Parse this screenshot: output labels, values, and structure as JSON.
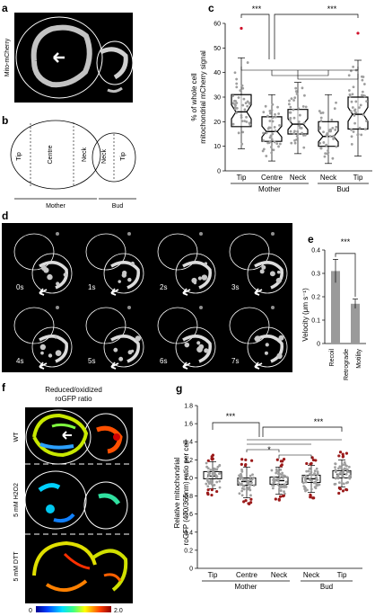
{
  "panel_labels": {
    "a": "a",
    "b": "b",
    "c": "c",
    "d": "d",
    "e": "e",
    "f": "f",
    "g": "g"
  },
  "panel_a": {
    "side_label": "Mito-mCherry"
  },
  "panel_b": {
    "regions": [
      "Tip",
      "Centre",
      "Neck",
      "Neck",
      "Tip"
    ],
    "groups": [
      "Mother",
      "Bud"
    ]
  },
  "panel_d": {
    "frames": [
      "0s",
      "1s",
      "2s",
      "3s",
      "4s",
      "5s",
      "6s",
      "7s"
    ]
  },
  "panel_f": {
    "title_line1": "Reduced/oxidized",
    "title_line2": "roGFP ratio",
    "conditions": [
      "WT",
      "5 mM H2O2",
      "5 mM DTT"
    ],
    "scale_min": "0",
    "scale_max": "2.0"
  },
  "colors": {
    "box_fill": "#ffffff",
    "points": "#9e9e9e",
    "outlier_c": "#d0102a",
    "outlier_g": "#9b1b1b",
    "bar": "#9a9a9a"
  },
  "chart_data": [
    {
      "id": "c",
      "type": "box",
      "categories": [
        "Tip",
        "Centre",
        "Neck",
        "Neck",
        "Tip"
      ],
      "groups": [
        {
          "name": "Mother",
          "span": [
            0,
            2
          ]
        },
        {
          "name": "Bud",
          "span": [
            3,
            4
          ]
        }
      ],
      "ylabel_line1": "% of whole cell",
      "ylabel_line2": "mitochondrial mCherry signal",
      "ylim": [
        0,
        60
      ],
      "yticks": [
        0,
        10,
        20,
        30,
        40,
        50,
        60
      ],
      "boxes": [
        {
          "q1": 18,
          "median": 24,
          "q3": 31,
          "whisker_low": 9,
          "whisker_high": 46,
          "outliers": [
            58
          ]
        },
        {
          "q1": 12,
          "median": 16,
          "q3": 22,
          "whisker_low": 4,
          "whisker_high": 31,
          "outliers": []
        },
        {
          "q1": 15,
          "median": 19,
          "q3": 25,
          "whisker_low": 7,
          "whisker_high": 36,
          "outliers": []
        },
        {
          "q1": 10,
          "median": 14,
          "q3": 20,
          "whisker_low": 3,
          "whisker_high": 31,
          "outliers": []
        },
        {
          "q1": 17,
          "median": 23,
          "q3": 30,
          "whisker_low": 6,
          "whisker_high": 45,
          "outliers": [
            56
          ]
        }
      ],
      "significance": "***"
    },
    {
      "id": "e",
      "type": "bar",
      "categories": [
        "Recoil",
        "Retrograde",
        "Motility"
      ],
      "values": [
        0.31,
        0.17
      ],
      "errors": [
        0.05,
        0.02
      ],
      "ylabel": "Velocity (μm s⁻¹)",
      "ylim": [
        0,
        0.4
      ],
      "yticks": [
        "0",
        "0.1",
        "0.2",
        "0.3",
        "0.4"
      ],
      "significance": "***"
    },
    {
      "id": "g",
      "type": "box",
      "categories": [
        "Tip",
        "Centre",
        "Neck",
        "Neck",
        "Tip"
      ],
      "groups": [
        {
          "name": "Mother",
          "span": [
            0,
            2
          ]
        },
        {
          "name": "Bud",
          "span": [
            3,
            4
          ]
        }
      ],
      "ylabel_line1": "Relative mitochondrial",
      "ylabel_line2": "roGFP (470/365nm) ratio per cell",
      "ylim": [
        0,
        1.8
      ],
      "yticks": [
        "0",
        "0.2",
        "0.4",
        "0.6",
        "0.8",
        "1.0",
        "1.2",
        "1.4",
        "1.6",
        "1.8"
      ],
      "boxes": [
        {
          "q1": 0.99,
          "median": 1.02,
          "q3": 1.07,
          "whisker_low": 0.88,
          "whisker_high": 1.18
        },
        {
          "q1": 0.92,
          "median": 0.96,
          "q3": 1.0,
          "whisker_low": 0.78,
          "whisker_high": 1.12
        },
        {
          "q1": 0.93,
          "median": 0.97,
          "q3": 1.01,
          "whisker_low": 0.82,
          "whisker_high": 1.12
        },
        {
          "q1": 0.95,
          "median": 0.99,
          "q3": 1.03,
          "whisker_low": 0.84,
          "whisker_high": 1.14
        },
        {
          "q1": 1.0,
          "median": 1.04,
          "q3": 1.08,
          "whisker_low": 0.9,
          "whisker_high": 1.2
        }
      ],
      "significance": [
        "***",
        "*",
        "***"
      ]
    }
  ]
}
